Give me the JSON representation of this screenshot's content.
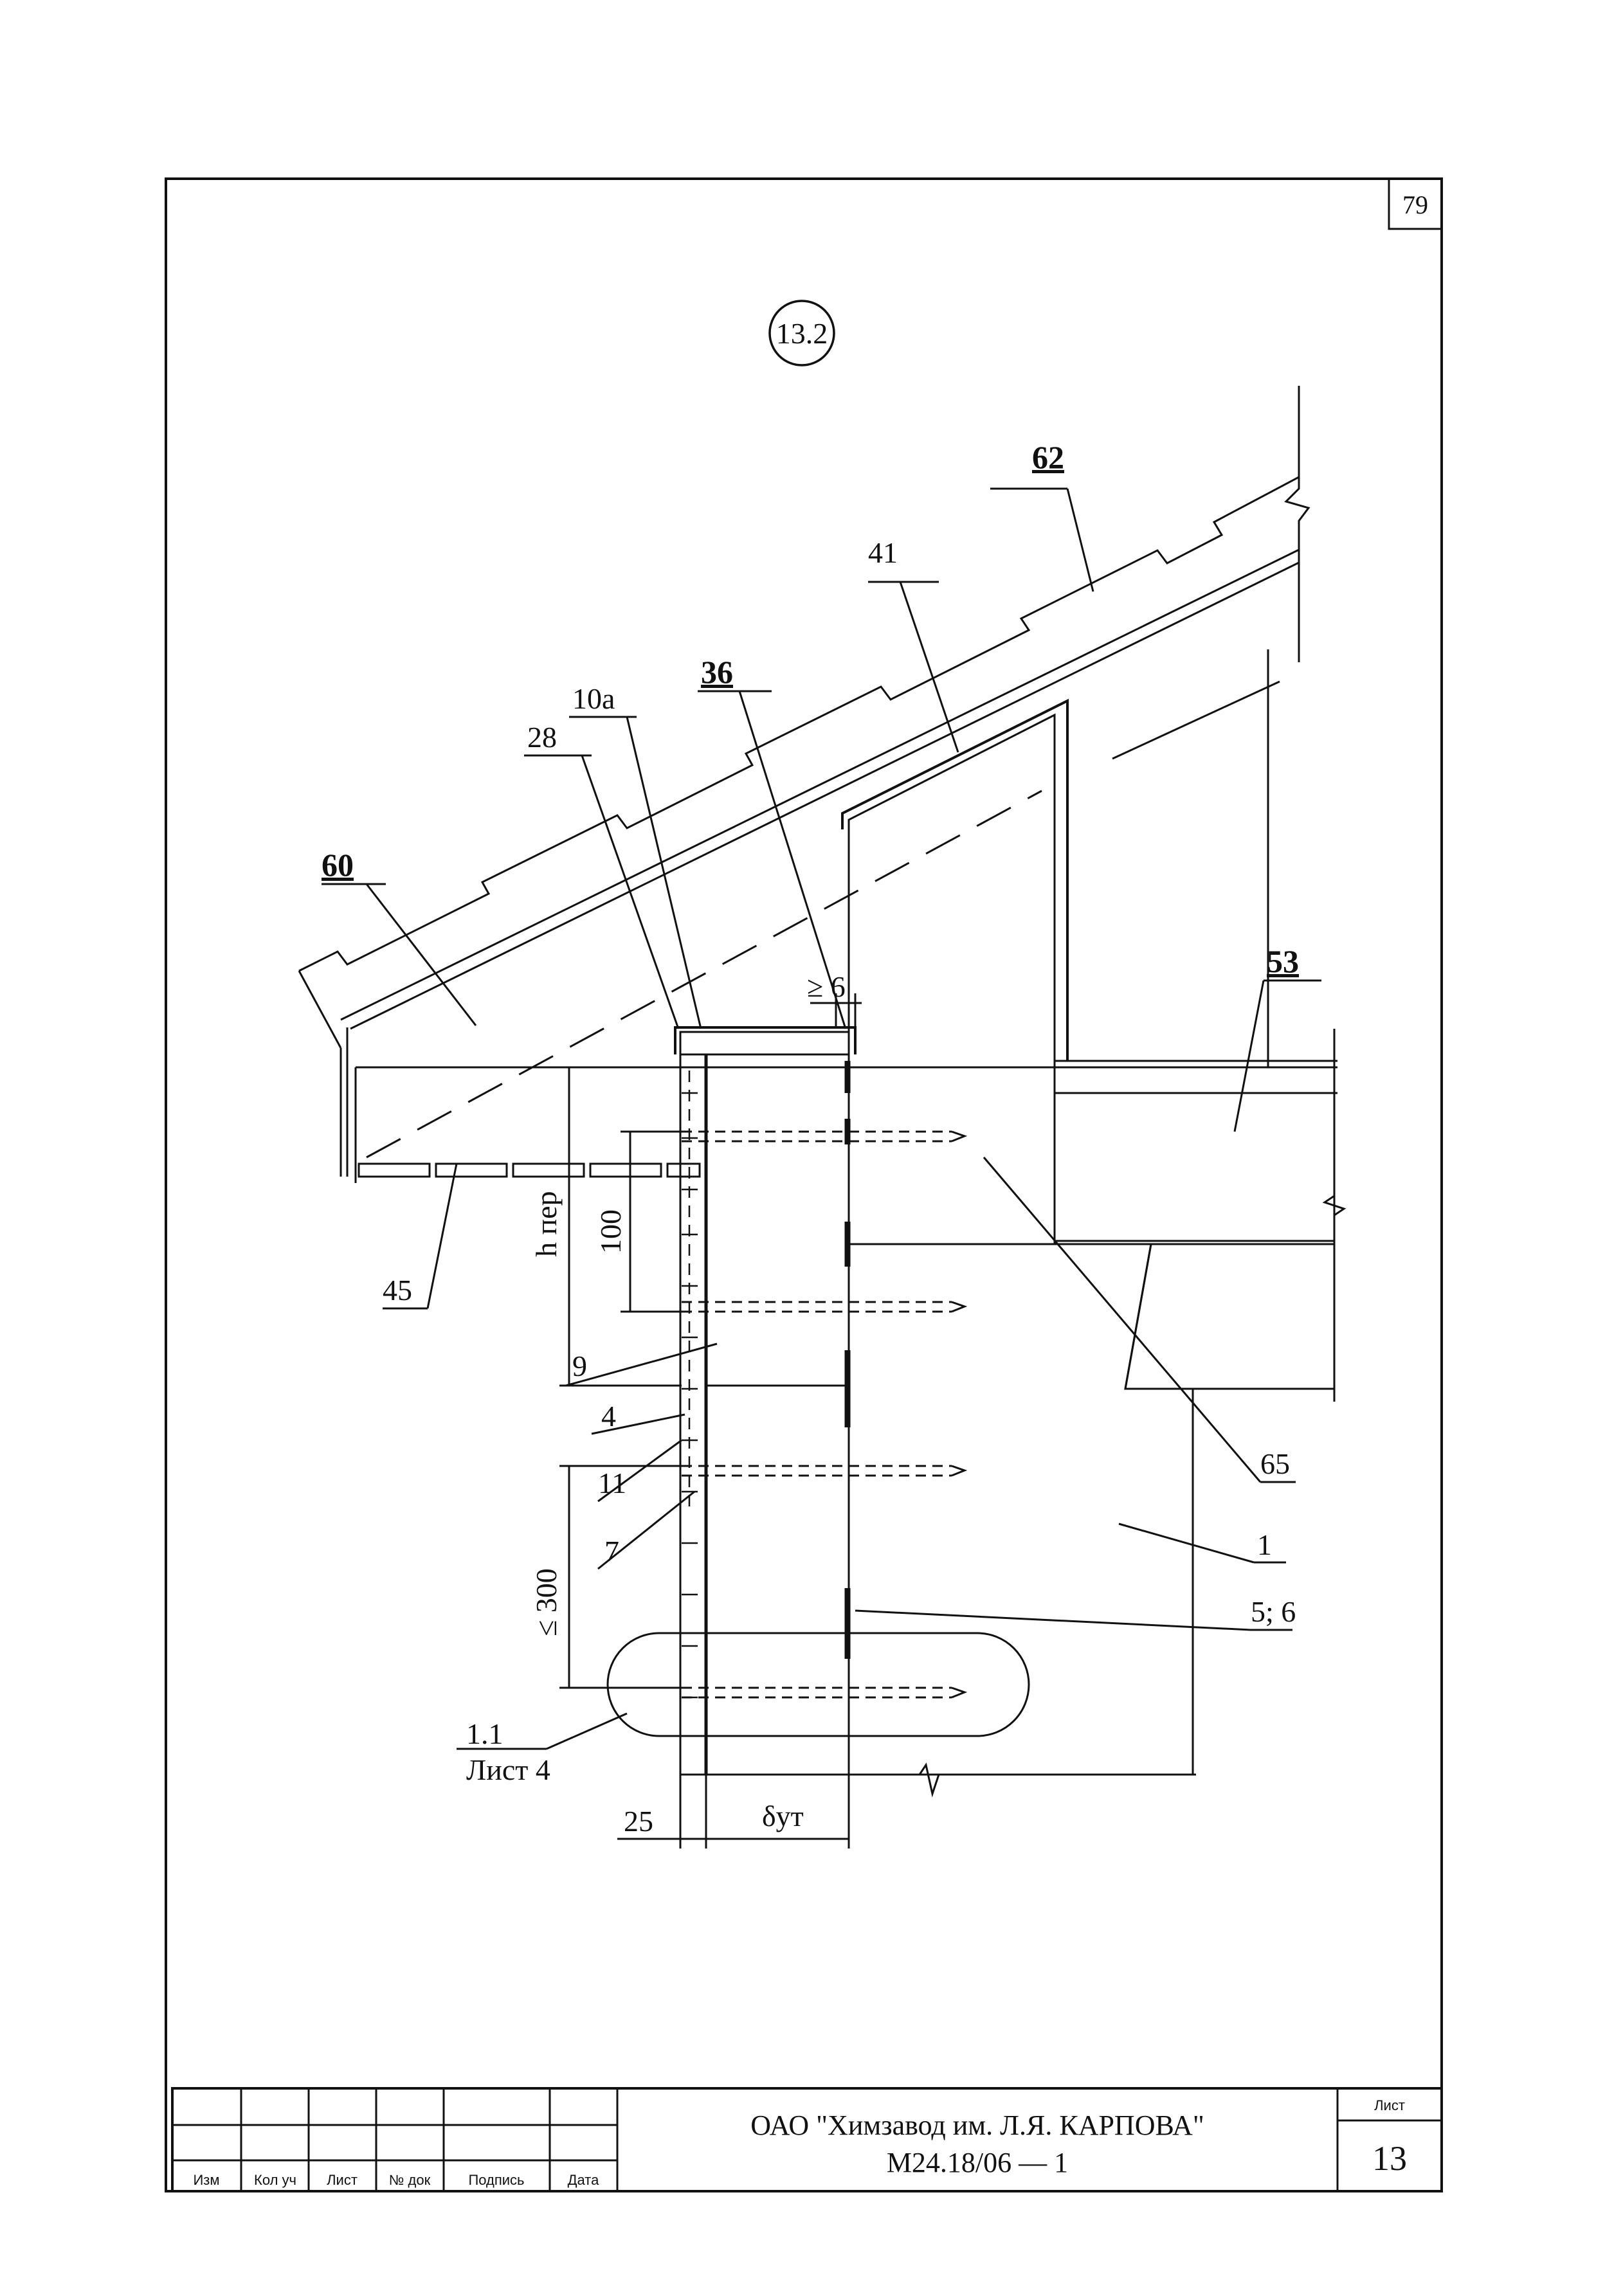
{
  "page_number": "79",
  "detail_id": "13.2",
  "callouts": {
    "c62": "62",
    "c41": "41",
    "c36": "36",
    "c10a": "10а",
    "c28": "28",
    "c60": "60",
    "c53": "53",
    "c45": "45",
    "c9": "9",
    "c4": "4",
    "c11": "11",
    "c7": "7",
    "c65": "65",
    "c1": "1",
    "c56": "5; 6"
  },
  "dimensions": {
    "gap_min": "≥ 6",
    "h_floor": "h пер",
    "d100": "100",
    "d300": "≤ 300",
    "d25": "25",
    "insulation": "δут"
  },
  "reference": {
    "node": "1.1",
    "sheet": "Лист 4"
  },
  "title_block": {
    "headers": [
      "Изм",
      "Кол уч",
      "Лист",
      "№ док",
      "Подпись",
      "Дата"
    ],
    "organization": "ОАО \"Химзавод им. Л.Я. КАРПОВА\"",
    "document_code": "М24.18/06 — 1",
    "sheet_label": "Лист",
    "sheet_number": "13"
  }
}
